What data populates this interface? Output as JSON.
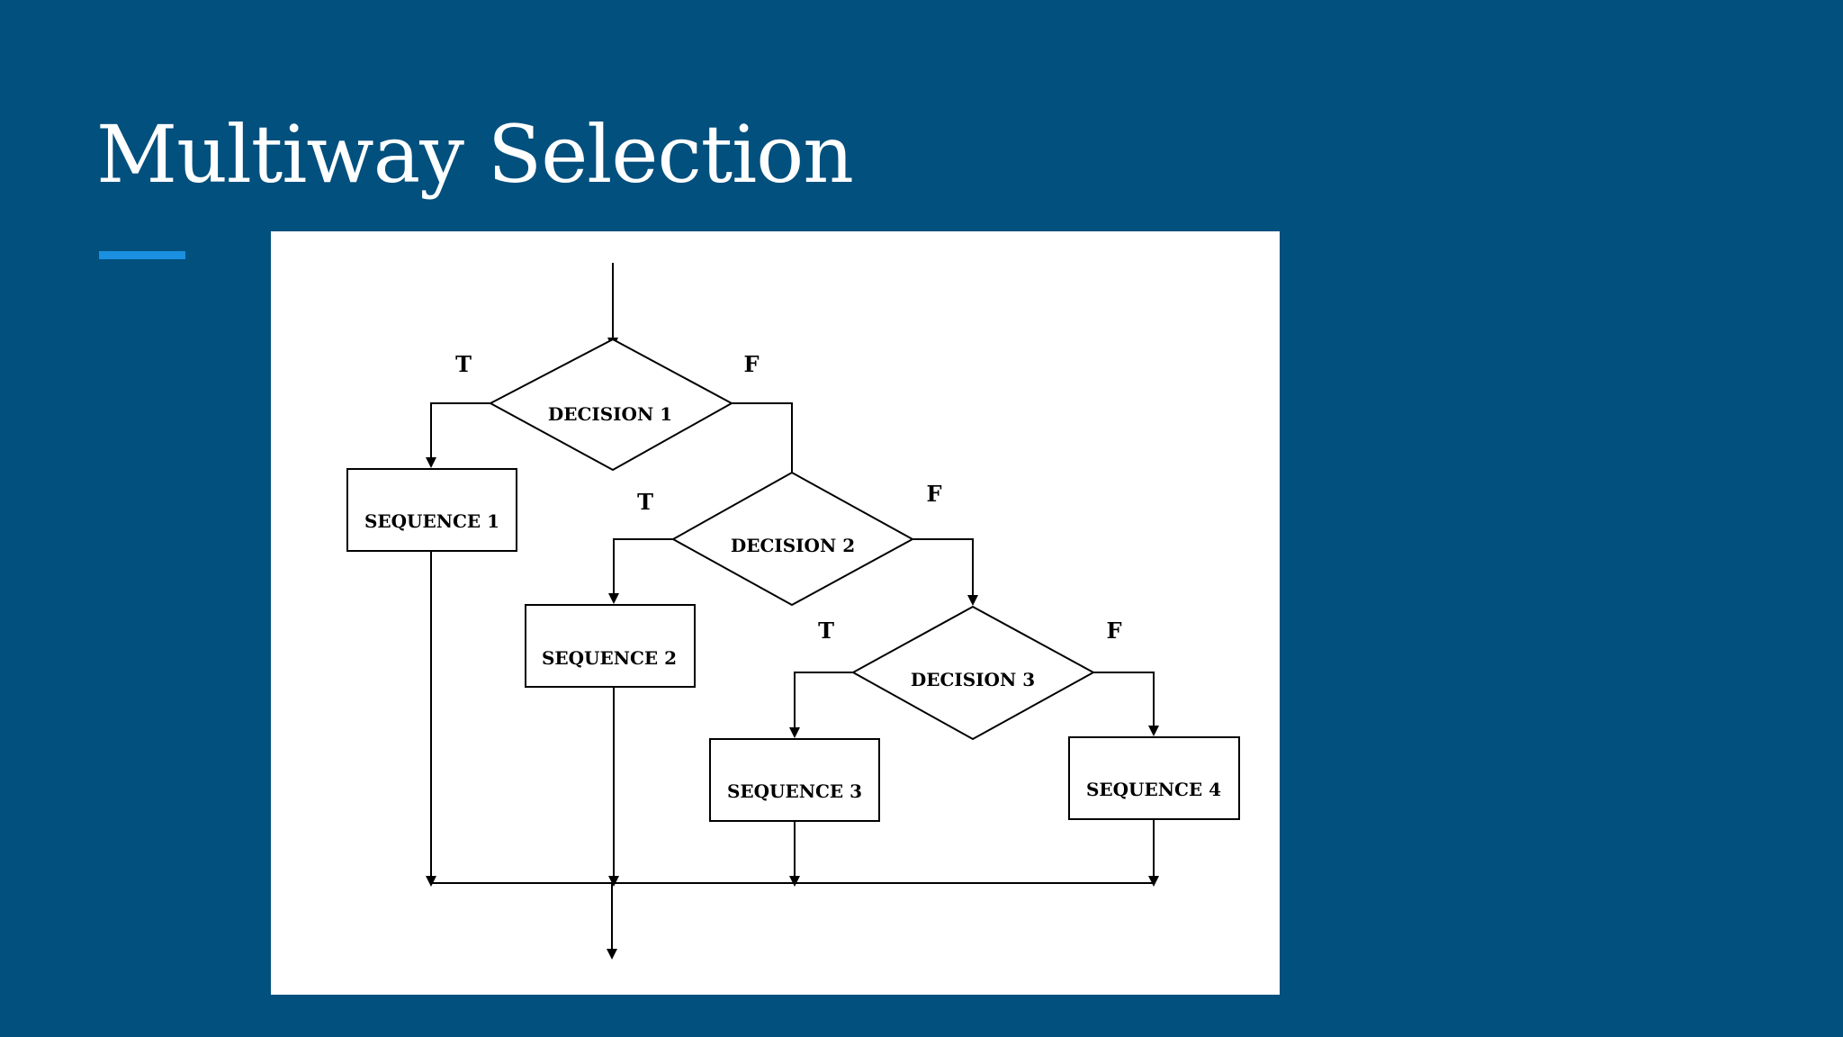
{
  "slide": {
    "title": "Multiway Selection",
    "background_color": "#01507e",
    "accent_color": "#1b8fe0"
  },
  "diagram": {
    "decisions": [
      {
        "id": "decision-1",
        "label": "DECISION 1",
        "true_label": "T",
        "false_label": "F"
      },
      {
        "id": "decision-2",
        "label": "DECISION 2",
        "true_label": "T",
        "false_label": "F"
      },
      {
        "id": "decision-3",
        "label": "DECISION 3",
        "true_label": "T",
        "false_label": "F"
      }
    ],
    "sequences": [
      {
        "id": "sequence-1",
        "label": "SEQUENCE 1"
      },
      {
        "id": "sequence-2",
        "label": "SEQUENCE 2"
      },
      {
        "id": "sequence-3",
        "label": "SEQUENCE 3"
      },
      {
        "id": "sequence-4",
        "label": "SEQUENCE 4"
      }
    ],
    "edges": [
      {
        "from": "start",
        "to": "decision-1"
      },
      {
        "from": "decision-1",
        "to": "sequence-1",
        "label": "T"
      },
      {
        "from": "decision-1",
        "to": "decision-2",
        "label": "F"
      },
      {
        "from": "decision-2",
        "to": "sequence-2",
        "label": "T"
      },
      {
        "from": "decision-2",
        "to": "decision-3",
        "label": "F"
      },
      {
        "from": "decision-3",
        "to": "sequence-3",
        "label": "T"
      },
      {
        "from": "decision-3",
        "to": "sequence-4",
        "label": "F"
      },
      {
        "from": "sequence-1",
        "to": "join"
      },
      {
        "from": "sequence-2",
        "to": "join"
      },
      {
        "from": "sequence-3",
        "to": "join"
      },
      {
        "from": "sequence-4",
        "to": "join"
      },
      {
        "from": "join",
        "to": "end"
      }
    ]
  }
}
